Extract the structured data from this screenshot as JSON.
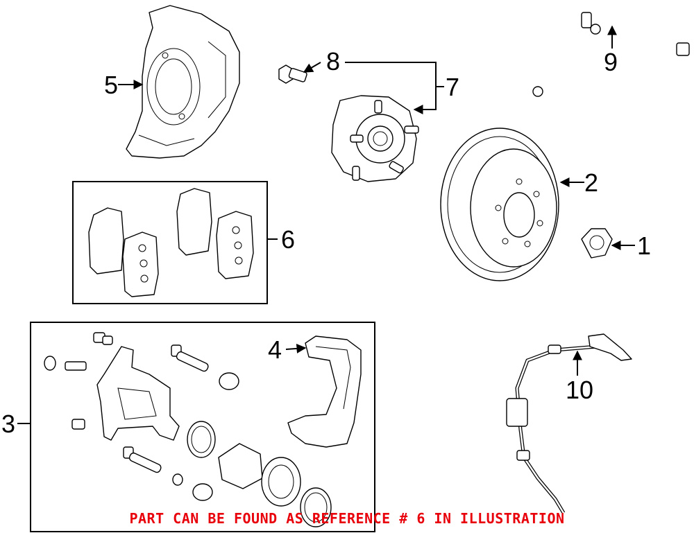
{
  "callouts": {
    "c1": "1",
    "c2": "2",
    "c3": "3",
    "c4": "4",
    "c5": "5",
    "c6": "6",
    "c7": "7",
    "c8": "8",
    "c9": "9",
    "c10": "10"
  },
  "note": {
    "text": "PART CAN BE FOUND AS REFERENCE # 6 IN ILLUSTRATION",
    "color": "#e8000b"
  }
}
